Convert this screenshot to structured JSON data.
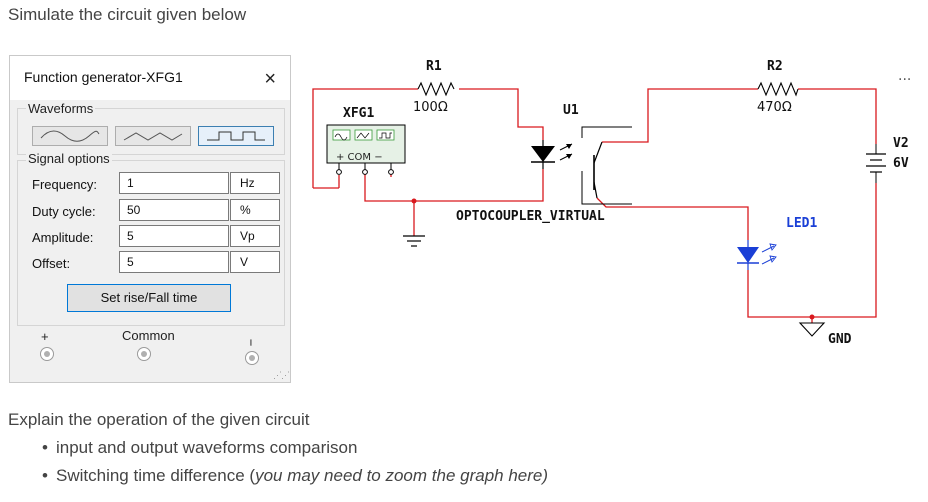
{
  "question": {
    "title": "Simulate the circuit given below",
    "explain": "Explain the operation of the given circuit",
    "bullet1": "input and output waveforms comparison",
    "bullet2_prefix": "Switching time difference (",
    "bullet2_italic": "you may need to zoom the graph here)"
  },
  "dialog": {
    "title": "Function generator-XFG1",
    "close_icon": "×",
    "waveforms_label": "Waveforms",
    "signal_options_label": "Signal options",
    "rows": [
      {
        "label": "Frequency:",
        "value": "1",
        "unit": "Hz"
      },
      {
        "label": "Duty cycle:",
        "value": "50",
        "unit": "%"
      },
      {
        "label": "Amplitude:",
        "value": "5",
        "unit": "Vp"
      },
      {
        "label": "Offset:",
        "value": "5",
        "unit": "V"
      }
    ],
    "rise_fall_button": "Set rise/Fall time",
    "common_label": "Common",
    "plus_label": "+",
    "minus_label": "−"
  },
  "schematic": {
    "generator_label": "XFG1",
    "generator_com": "+ COM −",
    "r1_name": "R1",
    "r1_value": "100Ω",
    "u1_name": "U1",
    "optocoupler": "OPTOCOUPLER_VIRTUAL",
    "r2_name": "R2",
    "r2_value": "470Ω",
    "v2_name": "V2",
    "v2_value": "6V",
    "led_name": "LED1",
    "gnd_label": "GND",
    "more_icon": "...",
    "wire_color": "#d9191e",
    "led_color": "#1a3fd6",
    "label_blue": "#1a3fd6"
  }
}
